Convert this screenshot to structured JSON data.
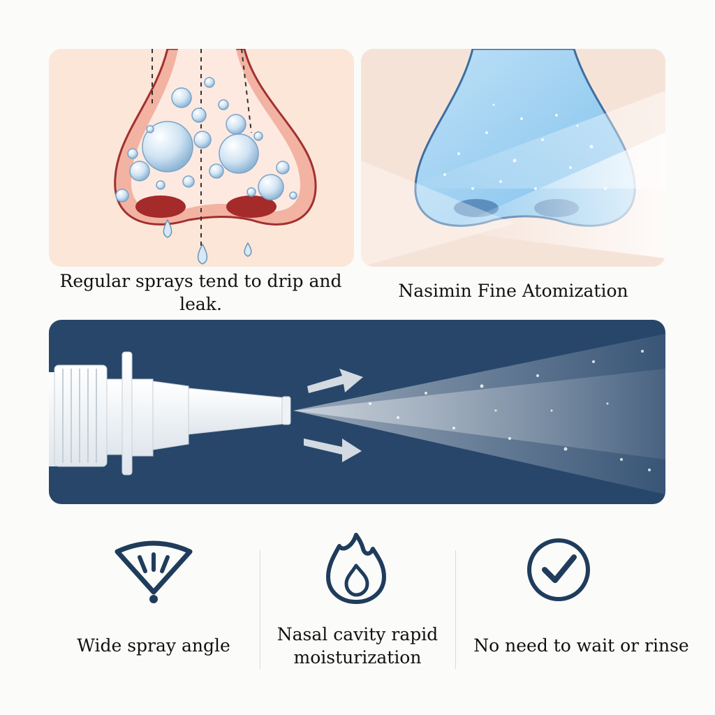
{
  "comparison": {
    "left_caption": "Regular sprays tend to drip and leak.",
    "right_caption": "Nasimin Fine Atomization"
  },
  "features": [
    {
      "icon": "wide-spray-icon",
      "label": "Wide spray angle"
    },
    {
      "icon": "flame-icon",
      "label": "Nasal cavity rapid moisturization"
    },
    {
      "icon": "check-circle-icon",
      "label": "No need to wait or rinse"
    }
  ],
  "colors": {
    "accent_navy": "#27466a",
    "skin": "#fbe6d8",
    "mist_blue": "#8fcaf0",
    "droplet": "#cfe3f3",
    "icon_navy": "#1f3c5c"
  }
}
